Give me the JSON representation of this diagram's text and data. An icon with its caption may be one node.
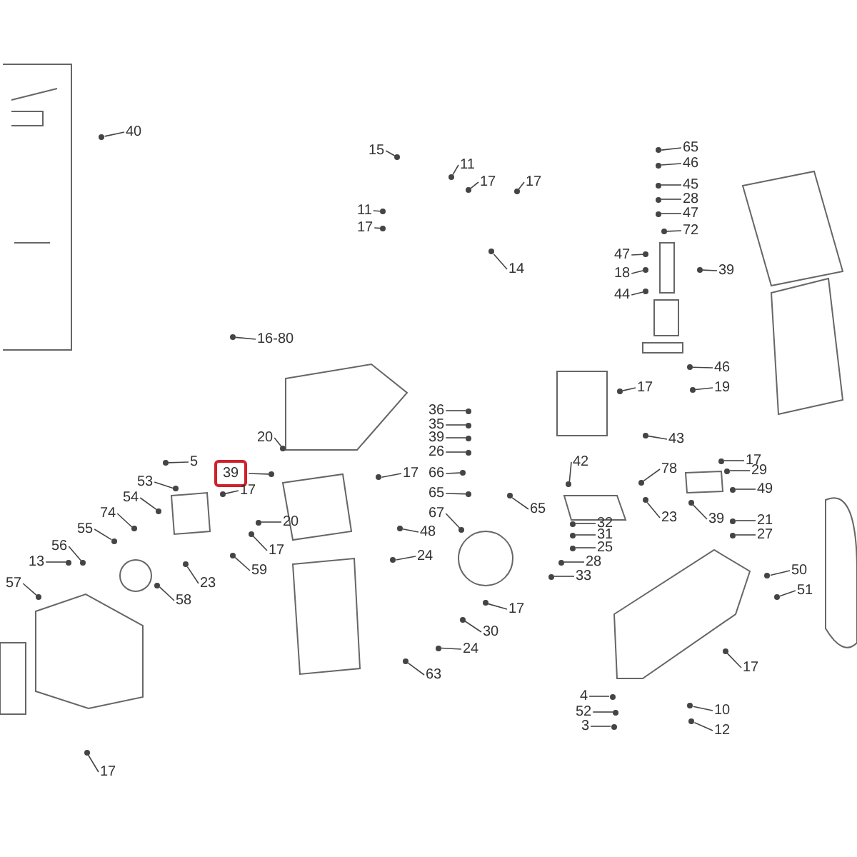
{
  "diagram": {
    "nodes": [
      {
        "text": [
          "40"
        ]
      },
      {
        "text": [
          "15"
        ]
      },
      {
        "text": [
          "11"
        ]
      },
      {
        "text": [
          "17"
        ]
      },
      {
        "text": [
          "17"
        ]
      },
      {
        "text": [
          "11"
        ]
      },
      {
        "text": [
          "17"
        ]
      },
      {
        "text": [
          "14"
        ]
      },
      {
        "text": [
          "65"
        ]
      },
      {
        "text": [
          "46"
        ]
      },
      {
        "text": [
          "45"
        ]
      },
      {
        "text": [
          "28"
        ]
      },
      {
        "text": [
          "47"
        ]
      },
      {
        "text": [
          "72"
        ]
      },
      {
        "text": [
          "47"
        ]
      },
      {
        "text": [
          "18"
        ]
      },
      {
        "text": [
          "39"
        ]
      },
      {
        "text": [
          "44"
        ]
      },
      {
        "text": [
          "16-80"
        ]
      },
      {
        "text": [
          "46"
        ]
      },
      {
        "text": [
          "17"
        ]
      },
      {
        "text": [
          "19"
        ]
      },
      {
        "text": [
          "20"
        ]
      },
      {
        "text": [
          "5"
        ]
      },
      {
        "text": [
          "39"
        ]
      },
      {
        "text": [
          "53"
        ]
      },
      {
        "text": [
          "17"
        ]
      },
      {
        "text": [
          "54"
        ]
      },
      {
        "text": [
          "20"
        ]
      },
      {
        "text": [
          "74"
        ]
      },
      {
        "text": [
          "17"
        ]
      },
      {
        "text": [
          "55"
        ]
      },
      {
        "text": [
          "59"
        ]
      },
      {
        "text": [
          "56"
        ]
      },
      {
        "text": [
          "23"
        ]
      },
      {
        "text": [
          "13"
        ]
      },
      {
        "text": [
          "57"
        ]
      },
      {
        "text": [
          "58"
        ]
      },
      {
        "text": [
          "17"
        ]
      },
      {
        "text": [
          "36"
        ]
      },
      {
        "text": [
          "35"
        ]
      },
      {
        "text": [
          "39"
        ]
      },
      {
        "text": [
          "26"
        ]
      },
      {
        "text": [
          "66"
        ]
      },
      {
        "text": [
          "65"
        ]
      },
      {
        "text": [
          "67"
        ]
      },
      {
        "text": [
          "17"
        ]
      },
      {
        "text": [
          "48"
        ]
      },
      {
        "text": [
          "65"
        ]
      },
      {
        "text": [
          "24"
        ]
      },
      {
        "text": [
          "17"
        ]
      },
      {
        "text": [
          "30"
        ]
      },
      {
        "text": [
          "24"
        ]
      },
      {
        "text": [
          "63"
        ]
      },
      {
        "text": [
          "43"
        ]
      },
      {
        "text": [
          "42"
        ]
      },
      {
        "text": [
          "78"
        ]
      },
      {
        "text": [
          "23"
        ]
      },
      {
        "text": [
          "32"
        ]
      },
      {
        "text": [
          "31"
        ]
      },
      {
        "text": [
          "25"
        ]
      },
      {
        "text": [
          "28"
        ]
      },
      {
        "text": [
          "33"
        ]
      },
      {
        "text": [
          "17"
        ]
      },
      {
        "text": [
          "29"
        ]
      },
      {
        "text": [
          "49"
        ]
      },
      {
        "text": [
          "39"
        ]
      },
      {
        "text": [
          "21"
        ]
      },
      {
        "text": [
          "27"
        ]
      },
      {
        "text": [
          "50"
        ]
      },
      {
        "text": [
          "51"
        ]
      },
      {
        "text": [
          "17"
        ]
      },
      {
        "text": [
          "4"
        ]
      },
      {
        "text": [
          "52"
        ]
      },
      {
        "text": [
          "3"
        ]
      },
      {
        "text": [
          "10"
        ]
      },
      {
        "text": [
          "12"
        ]
      },
      {
        "text": [],
        "shape": "circle"
      },
      {
        "text": [],
        "shape": "circle"
      },
      {
        "text": [],
        "shape": "circle"
      },
      {
        "text": [],
        "shape": "circle"
      },
      {
        "text": [],
        "shape": "circle"
      },
      {
        "text": [],
        "shape": "circle"
      },
      {
        "text": [],
        "shape": "circle"
      },
      {
        "text": [],
        "shape": "circle"
      },
      {
        "text": [],
        "shape": "circle"
      },
      {
        "text": [],
        "shape": "circle"
      },
      {
        "text": [],
        "shape": "circle"
      },
      {
        "text": [],
        "shape": "circle"
      },
      {
        "text": [],
        "shape": "circle"
      },
      {
        "text": [],
        "shape": "circle"
      },
      {
        "text": [],
        "shape": "circle"
      },
      {
        "text": [],
        "shape": "circle"
      },
      {
        "text": [],
        "shape": "circle"
      },
      {
        "text": [],
        "shape": "circle"
      },
      {
        "text": [],
        "shape": "circle"
      },
      {
        "text": [],
        "shape": "circle"
      },
      {
        "text": [],
        "shape": "circle"
      },
      {
        "text": [],
        "shape": "circle"
      },
      {
        "text": [],
        "shape": "circle"
      },
      {
        "text": [],
        "shape": "circle"
      },
      {
        "text": [],
        "shape": "circle"
      },
      {
        "text": [],
        "shape": "circle"
      },
      {
        "text": [],
        "shape": "circle"
      },
      {
        "text": [],
        "shape": "circle"
      },
      {
        "text": [],
        "shape": "circle"
      },
      {
        "text": [],
        "shape": "circle"
      },
      {
        "text": [],
        "shape": "circle"
      },
      {
        "text": [],
        "shape": "circle"
      },
      {
        "text": [],
        "shape": "circle"
      },
      {
        "text": [],
        "shape": "circle"
      },
      {
        "text": [],
        "shape": "circle"
      },
      {
        "text": [],
        "shape": "circle"
      },
      {
        "text": [],
        "shape": "circle"
      },
      {
        "text": [],
        "shape": "circle"
      },
      {
        "text": [],
        "shape": "circle"
      },
      {
        "text": [],
        "shape": "circle"
      },
      {
        "text": [],
        "shape": "circle"
      },
      {
        "text": [],
        "shape": "circle"
      },
      {
        "text": [],
        "shape": "circle"
      },
      {
        "text": [],
        "shape": "circle"
      },
      {
        "text": [],
        "shape": "circle"
      },
      {
        "text": [],
        "shape": "circle"
      },
      {
        "text": [],
        "shape": "circle"
      },
      {
        "text": [],
        "shape": "circle"
      },
      {
        "text": [],
        "shape": "circle"
      },
      {
        "text": [],
        "shape": "circle"
      },
      {
        "text": [],
        "shape": "circle"
      },
      {
        "text": [],
        "shape": "circle"
      },
      {
        "text": [],
        "shape": "circle"
      },
      {
        "text": [],
        "shape": "circle"
      },
      {
        "text": [],
        "shape": "circle"
      },
      {
        "text": [],
        "shape": "circle"
      },
      {
        "text": [],
        "shape": "circle"
      },
      {
        "text": [],
        "shape": "circle"
      },
      {
        "text": [],
        "shape": "circle"
      },
      {
        "text": [],
        "shape": "circle"
      },
      {
        "text": [],
        "shape": "circle"
      },
      {
        "text": [],
        "shape": "circle"
      },
      {
        "text": [],
        "shape": "circle"
      },
      {
        "text": [],
        "shape": "circle"
      },
      {
        "text": [],
        "shape": "circle"
      },
      {
        "text": [],
        "shape": "circle"
      },
      {
        "text": [],
        "shape": "circle"
      },
      {
        "text": [],
        "shape": "circle"
      },
      {
        "text": [],
        "shape": "circle"
      },
      {
        "text": [],
        "shape": "circle"
      },
      {
        "text": [],
        "shape": "circle"
      },
      {
        "text": [],
        "shape": "circle"
      },
      {
        "text": [],
        "shape": "circle"
      },
      {
        "text": [],
        "shape": "circle"
      },
      {
        "text": [],
        "shape": "circle"
      },
      {
        "text": [],
        "shape": "circle"
      },
      {
        "text": [],
        "shape": "circle"
      }
    ],
    "edges": [
      {
        "from": 0,
        "to": 77,
        "arrow": "none"
      },
      {
        "from": 1,
        "to": 78,
        "arrow": "none"
      },
      {
        "from": 2,
        "to": 79,
        "arrow": "none"
      },
      {
        "from": 3,
        "to": 80,
        "arrow": "none"
      },
      {
        "from": 4,
        "to": 81,
        "arrow": "none"
      },
      {
        "from": 5,
        "to": 82,
        "arrow": "none"
      },
      {
        "from": 6,
        "to": 83,
        "arrow": "none"
      },
      {
        "from": 7,
        "to": 84,
        "arrow": "none"
      },
      {
        "from": 8,
        "to": 85,
        "arrow": "none"
      },
      {
        "from": 9,
        "to": 86,
        "arrow": "none"
      },
      {
        "from": 10,
        "to": 87,
        "arrow": "none"
      },
      {
        "from": 11,
        "to": 88,
        "arrow": "none"
      },
      {
        "from": 12,
        "to": 89,
        "arrow": "none"
      },
      {
        "from": 13,
        "to": 90,
        "arrow": "none"
      },
      {
        "from": 14,
        "to": 91,
        "arrow": "none"
      },
      {
        "from": 15,
        "to": 92,
        "arrow": "none"
      },
      {
        "from": 16,
        "to": 93,
        "arrow": "none"
      },
      {
        "from": 17,
        "to": 94,
        "arrow": "none"
      },
      {
        "from": 18,
        "to": 95,
        "arrow": "none"
      },
      {
        "from": 19,
        "to": 96,
        "arrow": "none"
      },
      {
        "from": 20,
        "to": 97,
        "arrow": "none"
      },
      {
        "from": 21,
        "to": 98,
        "arrow": "none"
      },
      {
        "from": 22,
        "to": 99,
        "arrow": "none"
      },
      {
        "from": 23,
        "to": 100,
        "arrow": "none"
      },
      {
        "from": 24,
        "to": 101,
        "arrow": "none"
      },
      {
        "from": 25,
        "to": 102,
        "arrow": "none"
      },
      {
        "from": 26,
        "to": 103,
        "arrow": "none"
      },
      {
        "from": 27,
        "to": 104,
        "arrow": "none"
      },
      {
        "from": 28,
        "to": 105,
        "arrow": "none"
      },
      {
        "from": 29,
        "to": 106,
        "arrow": "none"
      },
      {
        "from": 30,
        "to": 107,
        "arrow": "none"
      },
      {
        "from": 31,
        "to": 108,
        "arrow": "none"
      },
      {
        "from": 32,
        "to": 109,
        "arrow": "none"
      },
      {
        "from": 33,
        "to": 110,
        "arrow": "none"
      },
      {
        "from": 34,
        "to": 111,
        "arrow": "none"
      },
      {
        "from": 35,
        "to": 112,
        "arrow": "none"
      },
      {
        "from": 36,
        "to": 113,
        "arrow": "none"
      },
      {
        "from": 37,
        "to": 114,
        "arrow": "none"
      },
      {
        "from": 38,
        "to": 115,
        "arrow": "none"
      },
      {
        "from": 39,
        "to": 116,
        "arrow": "none"
      },
      {
        "from": 40,
        "to": 117,
        "arrow": "none"
      },
      {
        "from": 41,
        "to": 118,
        "arrow": "none"
      },
      {
        "from": 42,
        "to": 119,
        "arrow": "none"
      },
      {
        "from": 43,
        "to": 120,
        "arrow": "none"
      },
      {
        "from": 44,
        "to": 121,
        "arrow": "none"
      },
      {
        "from": 45,
        "to": 122,
        "arrow": "none"
      },
      {
        "from": 46,
        "to": 123,
        "arrow": "none"
      },
      {
        "from": 47,
        "to": 124,
        "arrow": "none"
      },
      {
        "from": 48,
        "to": 125,
        "arrow": "none"
      },
      {
        "from": 49,
        "to": 126,
        "arrow": "none"
      },
      {
        "from": 50,
        "to": 127,
        "arrow": "none"
      },
      {
        "from": 51,
        "to": 128,
        "arrow": "none"
      },
      {
        "from": 52,
        "to": 129,
        "arrow": "none"
      },
      {
        "from": 53,
        "to": 130,
        "arrow": "none"
      },
      {
        "from": 54,
        "to": 131,
        "arrow": "none"
      },
      {
        "from": 55,
        "to": 132,
        "arrow": "none"
      },
      {
        "from": 56,
        "to": 133,
        "arrow": "none"
      },
      {
        "from": 57,
        "to": 134,
        "arrow": "none"
      },
      {
        "from": 58,
        "to": 135,
        "arrow": "none"
      },
      {
        "from": 59,
        "to": 136,
        "arrow": "none"
      },
      {
        "from": 60,
        "to": 137,
        "arrow": "none"
      },
      {
        "from": 61,
        "to": 138,
        "arrow": "none"
      },
      {
        "from": 62,
        "to": 139,
        "arrow": "none"
      },
      {
        "from": 63,
        "to": 140,
        "arrow": "none"
      },
      {
        "from": 64,
        "to": 141,
        "arrow": "none"
      },
      {
        "from": 65,
        "to": 142,
        "arrow": "none"
      },
      {
        "from": 66,
        "to": 143,
        "arrow": "none"
      },
      {
        "from": 67,
        "to": 144,
        "arrow": "none"
      },
      {
        "from": 68,
        "to": 145,
        "arrow": "none"
      },
      {
        "from": 69,
        "to": 146,
        "arrow": "none"
      },
      {
        "from": 70,
        "to": 147,
        "arrow": "none"
      },
      {
        "from": 71,
        "to": 148,
        "arrow": "none"
      },
      {
        "from": 72,
        "to": 149,
        "arrow": "none"
      },
      {
        "from": 73,
        "to": 150,
        "arrow": "none"
      },
      {
        "from": 74,
        "to": 151,
        "arrow": "none"
      },
      {
        "from": 75,
        "to": 152,
        "arrow": "none"
      },
      {
        "from": 76,
        "to": 153,
        "arrow": "none"
      }
    ]
  }
}
